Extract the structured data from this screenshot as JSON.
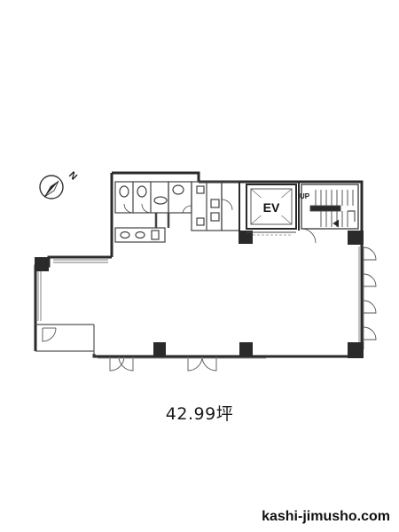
{
  "plan": {
    "elevator_label": "EV",
    "stair_label": "UP",
    "north_label": "N",
    "area": "42.99坪"
  },
  "footer": {
    "site": "kashi-jimusho.com"
  },
  "colors": {
    "wall": "#2a2a2a",
    "line": "#555555",
    "thin": "#888888",
    "background": "#ffffff"
  }
}
